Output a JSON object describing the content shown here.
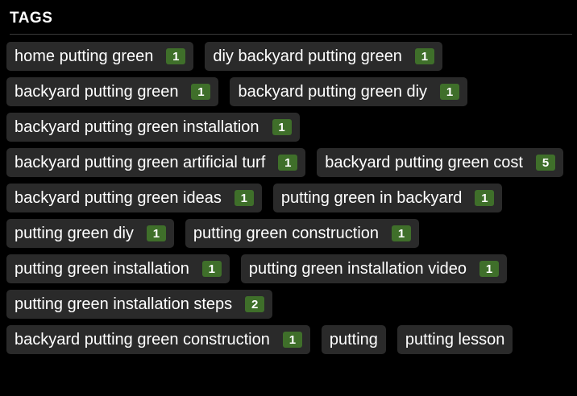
{
  "header": {
    "title": "TAGS"
  },
  "colors": {
    "background": "#000000",
    "chip_background": "#2a2a2a",
    "count_badge": "#3f6f2a",
    "divider": "#3a3a3a"
  },
  "tags": [
    {
      "label": "home putting green",
      "count": "1"
    },
    {
      "label": "diy backyard putting green",
      "count": "1"
    },
    {
      "label": "backyard putting green",
      "count": "1"
    },
    {
      "label": "backyard putting green diy",
      "count": "1"
    },
    {
      "label": "backyard putting green installation",
      "count": "1"
    },
    {
      "label": "backyard putting green artificial turf",
      "count": "1"
    },
    {
      "label": "backyard putting green cost",
      "count": "5"
    },
    {
      "label": "backyard putting green ideas",
      "count": "1"
    },
    {
      "label": "putting green in backyard",
      "count": "1"
    },
    {
      "label": "putting green diy",
      "count": "1"
    },
    {
      "label": "putting green construction",
      "count": "1"
    },
    {
      "label": "putting green installation",
      "count": "1"
    },
    {
      "label": "putting green installation video",
      "count": "1"
    },
    {
      "label": "putting green installation steps",
      "count": "2"
    },
    {
      "label": "backyard putting green construction",
      "count": "1"
    },
    {
      "label": "putting",
      "count": ""
    },
    {
      "label": "putting lesson",
      "count": ""
    }
  ]
}
